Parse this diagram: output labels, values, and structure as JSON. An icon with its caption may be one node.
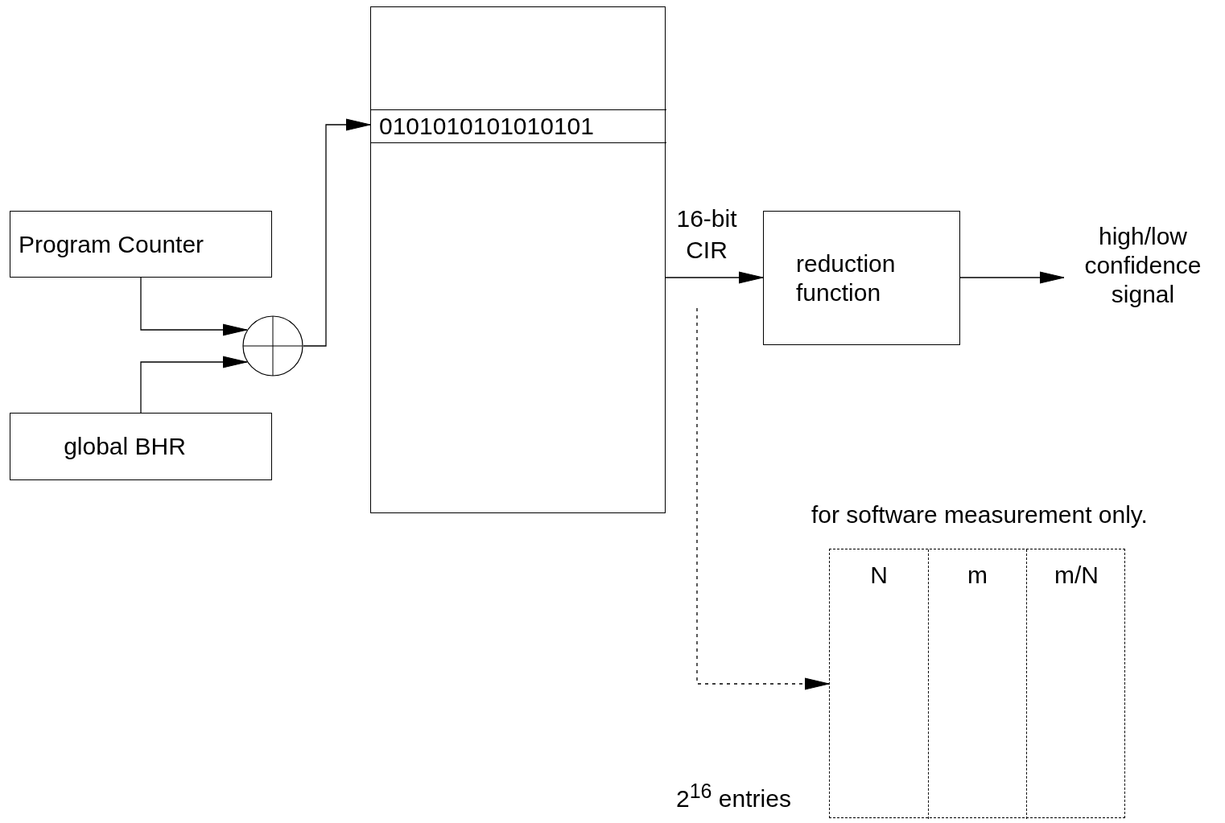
{
  "diagram": {
    "nodes": [
      {
        "text": [
          "Program Counter"
        ]
      },
      {
        "text": [
          "global BHR"
        ]
      },
      {
        "text": [],
        "shape": "circle"
      },
      {
        "text": [],
        "shape": "box"
      },
      {
        "text": [
          "0101010101010101"
        ],
        "in": 3
      },
      {
        "text": [
          "reduction function"
        ]
      },
      {
        "text": [
          "high/low confidence signal"
        ]
      },
      {
        "text": [],
        "shape": "box",
        "beside": [
          "for software measurement only.",
          "2$^{16}$ entries"
        ]
      },
      {
        "text": [
          "N"
        ],
        "in": 7
      },
      {
        "text": [
          "m"
        ],
        "in": 7
      },
      {
        "text": [
          "m/N"
        ],
        "in": 7
      }
    ],
    "edges": [
      {
        "from": 0,
        "to": 2,
        "arrow": "to"
      },
      {
        "from": 1,
        "to": 2,
        "arrow": "to"
      },
      {
        "from": 2,
        "to": 4,
        "arrow": "to"
      },
      {
        "from": 3,
        "to": 5,
        "arrow": "to",
        "label": "16-bit CIR"
      },
      {
        "from": 5,
        "to": 6,
        "arrow": "to"
      },
      {
        "from": null,
        "to": 7,
        "arrow": "to",
        "style": "dashed"
      }
    ]
  }
}
